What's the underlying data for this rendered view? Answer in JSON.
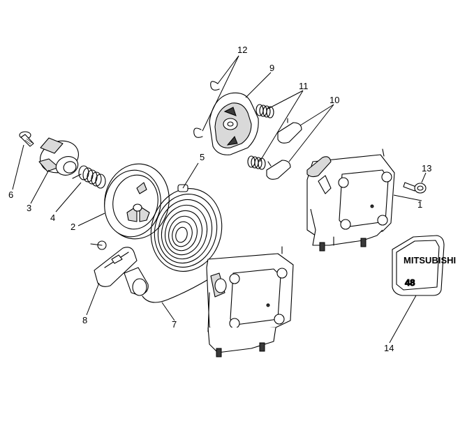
{
  "labels": {
    "l1": "1",
    "l2": "2",
    "l3": "3",
    "l4": "4",
    "l5": "5",
    "l6": "6",
    "l7": "7",
    "l8": "8",
    "l9": "9",
    "l10": "10",
    "l11": "11",
    "l12": "12",
    "l13": "13",
    "l14": "14"
  },
  "emblem": {
    "brand": "MITSUBISHI",
    "number": "48"
  }
}
